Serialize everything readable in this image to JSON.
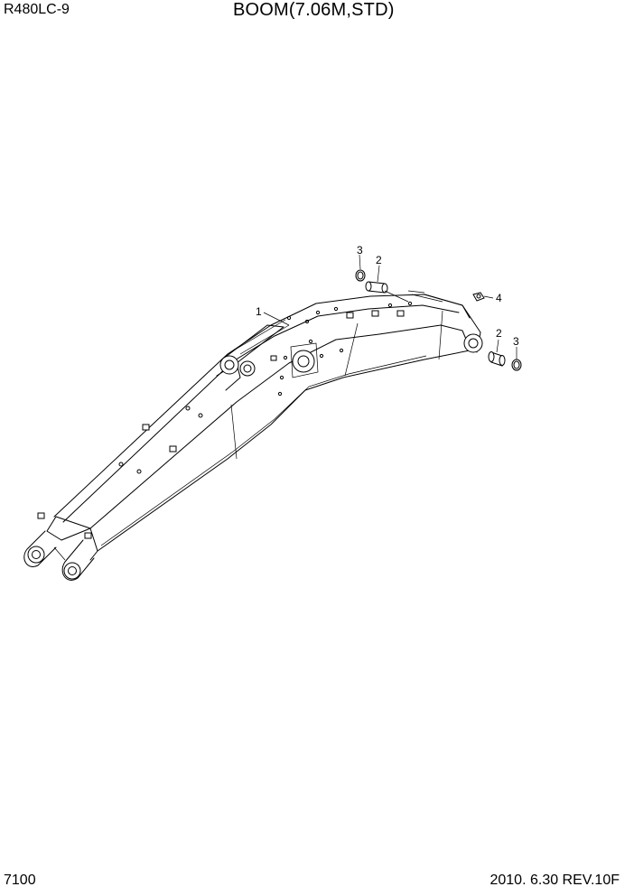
{
  "header": {
    "model": "R480LC-9",
    "title": "BOOM(7.06M,STD)"
  },
  "footer": {
    "page_number": "7100",
    "revision": "2010. 6.30 REV.10F"
  },
  "callouts": [
    {
      "id": "c1",
      "label": "1",
      "part": "boom"
    },
    {
      "id": "c2a",
      "label": "2",
      "part": "bushing"
    },
    {
      "id": "c3a",
      "label": "3",
      "part": "ring"
    },
    {
      "id": "c4",
      "label": "4",
      "part": "grease-nipple"
    },
    {
      "id": "c2b",
      "label": "2",
      "part": "bushing"
    },
    {
      "id": "c3b",
      "label": "3",
      "part": "ring"
    }
  ]
}
